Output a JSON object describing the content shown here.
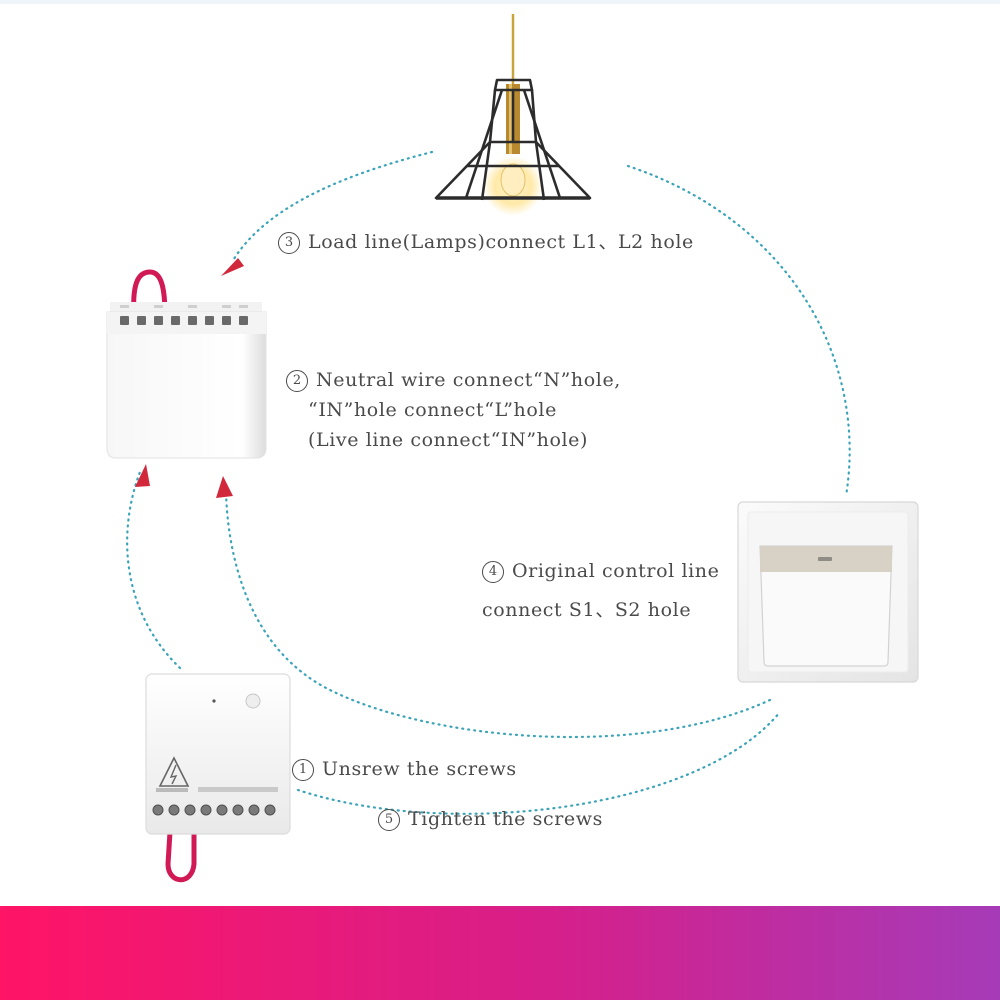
{
  "steps": [
    {
      "num": "3",
      "text": "Load line(Lamps)connect L1、L2 hole"
    },
    {
      "num": "2",
      "lines": [
        "Neutral wire connect“N”hole,",
        "“IN”hole connect“L”hole",
        "(Live line connect“IN”hole)"
      ]
    },
    {
      "num": "4",
      "lines": [
        "Original control line",
        "connect S1、S2 hole"
      ]
    },
    {
      "num": "1",
      "text": "Unsrew the screws"
    },
    {
      "num": "5",
      "text": "Tighten the screws"
    }
  ],
  "colors": {
    "dotted_path": "#3aa3b8",
    "arrow": "#d2283c",
    "wire": "#d11a55",
    "label_text": "#4a4a4a",
    "band_left": "#ff1466",
    "band_right": "#a63bb8"
  },
  "icons": [
    "pendant-lamp-icon",
    "relay-module-icon",
    "wall-switch-icon",
    "relay-module-back-icon",
    "high-voltage-warning-icon"
  ]
}
